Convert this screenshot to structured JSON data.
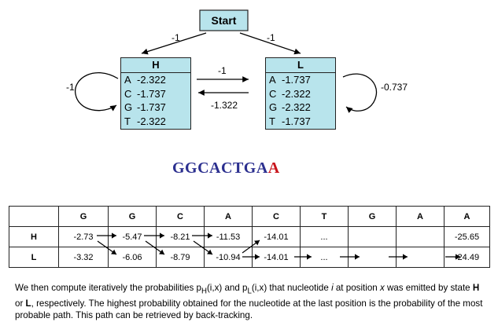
{
  "start_label": "Start",
  "start_to_h": "-1",
  "start_to_l": "-1",
  "h_self": "-1",
  "l_self": "-0.737",
  "h_to_l": "-1",
  "l_to_h": "-1.322",
  "states": {
    "H": {
      "name": "H",
      "emissions": [
        {
          "nuc": "A",
          "val": "-2.322"
        },
        {
          "nuc": "C",
          "val": "-1.737"
        },
        {
          "nuc": "G",
          "val": "-1.737"
        },
        {
          "nuc": "T",
          "val": "-2.322"
        }
      ]
    },
    "L": {
      "name": "L",
      "emissions": [
        {
          "nuc": "A",
          "val": "-1.737"
        },
        {
          "nuc": "C",
          "val": "-2.322"
        },
        {
          "nuc": "G",
          "val": "-2.322"
        },
        {
          "nuc": "T",
          "val": "-1.737"
        }
      ]
    }
  },
  "sequence": {
    "main": "GGCACTGA",
    "last": "A"
  },
  "table": {
    "headers": [
      "",
      "G",
      "G",
      "C",
      "A",
      "C",
      "T",
      "G",
      "A",
      "A"
    ],
    "rows": [
      {
        "label": "H",
        "cells": [
          "-2.73",
          "-5.47",
          "-8.21",
          "-11.53",
          "-14.01",
          "...",
          "",
          "",
          "-25.65"
        ]
      },
      {
        "label": "L",
        "cells": [
          "-3.32",
          "-6.06",
          "-8.79",
          "-10.94",
          "-14.01",
          "...",
          "",
          "",
          "-24.49"
        ]
      }
    ]
  },
  "caption": {
    "p1": "We then compute iteratively the probabilities p",
    "sub_h": "H",
    "p2": "(i,x) and p",
    "sub_l": "L",
    "p3": "(i,x) that nucleotide ",
    "i": "i",
    "p4": " at position ",
    "x": "x",
    "p5": " was emitted by state ",
    "bH": "H",
    "p6": " or ",
    "bL": "L",
    "p7": ", respectively. The highest probability obtained for the nucleotide at the last position is the probability of the most probable path. This path can be retrieved by back-tracking."
  }
}
